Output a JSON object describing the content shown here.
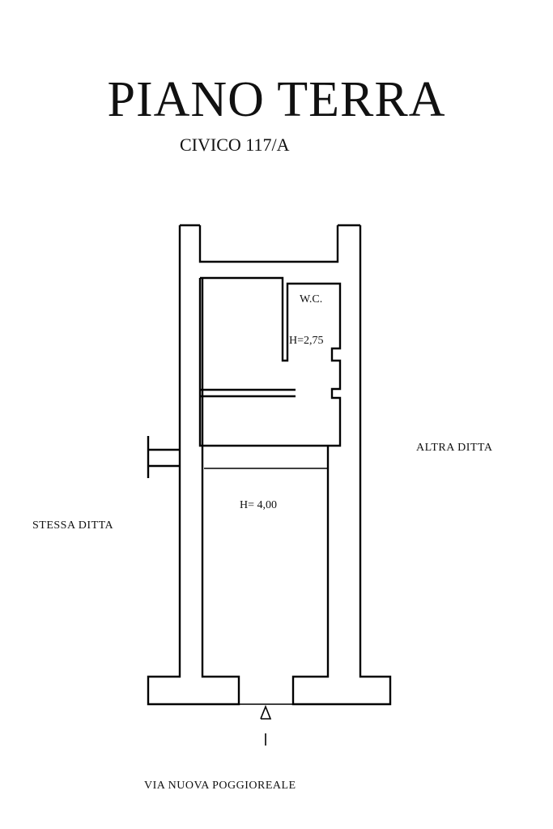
{
  "title": "PIANO TERRA",
  "subtitle": "CIVICO 117/A",
  "rooms": {
    "wc_label": "W.C.",
    "wc_height": "H=2,75",
    "main_height": "H= 4,00"
  },
  "neighbors": {
    "right": "ALTRA DITTA",
    "left": "STESSA DITTA"
  },
  "street": "VIA NUOVA POGGIOREALE"
}
